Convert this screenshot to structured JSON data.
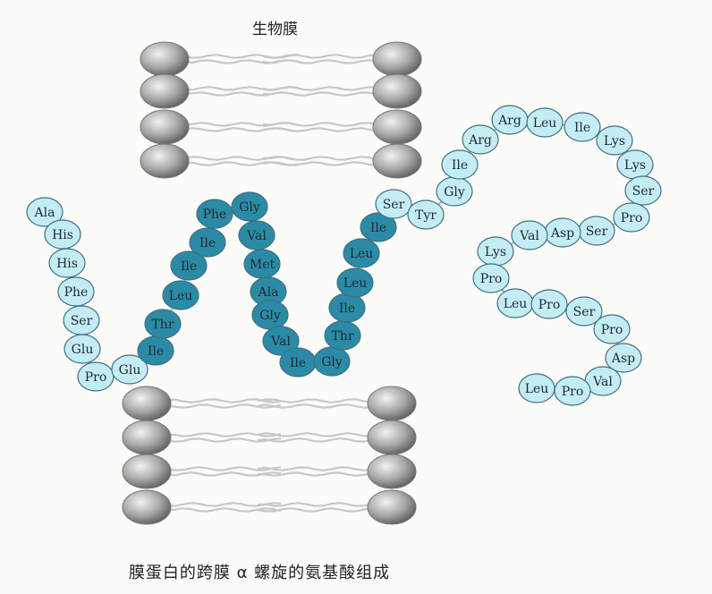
{
  "title": "生物膜",
  "caption": "膜蛋白的跨膜 α 螺旋的氨基酸组成",
  "colors": {
    "intramembrane": "#2b8ba6",
    "extramembrane": "#c4ecf4",
    "residue_stroke": "#3f6f80",
    "lipid_head": "#a9a9a9",
    "lipid_tail": "#c7c7c7"
  },
  "sequence": [
    {
      "label": "Ala",
      "region": "out"
    },
    {
      "label": "His",
      "region": "out"
    },
    {
      "label": "His",
      "region": "out"
    },
    {
      "label": "Phe",
      "region": "out"
    },
    {
      "label": "Ser",
      "region": "out"
    },
    {
      "label": "Glu",
      "region": "out"
    },
    {
      "label": "Pro",
      "region": "out"
    },
    {
      "label": "Glu",
      "region": "out"
    },
    {
      "label": "Ile",
      "region": "in"
    },
    {
      "label": "Thr",
      "region": "in"
    },
    {
      "label": "Leu",
      "region": "in"
    },
    {
      "label": "Ile",
      "region": "in"
    },
    {
      "label": "Ile",
      "region": "in"
    },
    {
      "label": "Phe",
      "region": "in"
    },
    {
      "label": "Gly",
      "region": "in"
    },
    {
      "label": "Val",
      "region": "in"
    },
    {
      "label": "Met",
      "region": "in"
    },
    {
      "label": "Ala",
      "region": "in"
    },
    {
      "label": "Gly",
      "region": "in"
    },
    {
      "label": "Val",
      "region": "in"
    },
    {
      "label": "Ile",
      "region": "in"
    },
    {
      "label": "Gly",
      "region": "in"
    },
    {
      "label": "Thr",
      "region": "in"
    },
    {
      "label": "Ile",
      "region": "in"
    },
    {
      "label": "Leu",
      "region": "in"
    },
    {
      "label": "Leu",
      "region": "in"
    },
    {
      "label": "Ile",
      "region": "in"
    },
    {
      "label": "Ser",
      "region": "out"
    },
    {
      "label": "Tyr",
      "region": "out"
    },
    {
      "label": "Gly",
      "region": "out"
    },
    {
      "label": "Ile",
      "region": "out"
    },
    {
      "label": "Arg",
      "region": "out"
    },
    {
      "label": "Arg",
      "region": "out"
    },
    {
      "label": "Leu",
      "region": "out"
    },
    {
      "label": "Ile",
      "region": "out"
    },
    {
      "label": "Lys",
      "region": "out"
    },
    {
      "label": "Lys",
      "region": "out"
    },
    {
      "label": "Ser",
      "region": "out"
    },
    {
      "label": "Pro",
      "region": "out"
    },
    {
      "label": "Ser",
      "region": "out"
    },
    {
      "label": "Asp",
      "region": "out"
    },
    {
      "label": "Val",
      "region": "out"
    },
    {
      "label": "Lys",
      "region": "out"
    },
    {
      "label": "Pro",
      "region": "out"
    },
    {
      "label": "Leu",
      "region": "out"
    },
    {
      "label": "Pro",
      "region": "out"
    },
    {
      "label": "Ser",
      "region": "out"
    },
    {
      "label": "Pro",
      "region": "out"
    },
    {
      "label": "Asp",
      "region": "out"
    },
    {
      "label": "Val",
      "region": "out"
    },
    {
      "label": "Pro",
      "region": "out"
    },
    {
      "label": "Leu",
      "region": "out"
    }
  ]
}
